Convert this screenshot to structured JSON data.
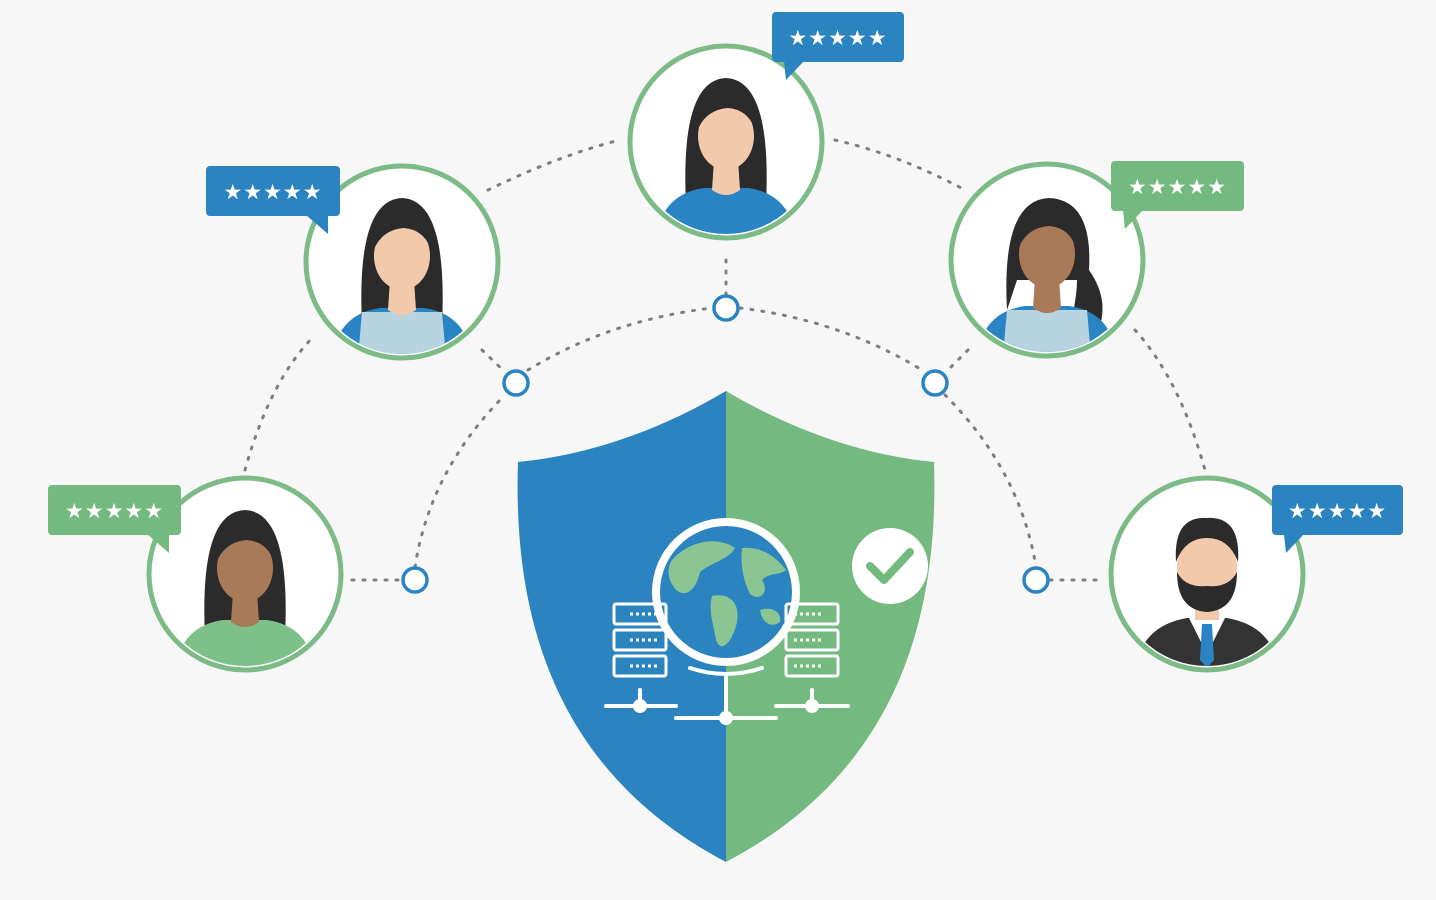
{
  "colors": {
    "background": "#f7f7f7",
    "blue": "#2b84c0",
    "green": "#74b97f",
    "ring": "#7dbb86",
    "dots": "#7a7f86",
    "node": "#2a84c4",
    "skin_light": "#f2c9aa",
    "skin_dark": "#a97a58",
    "hair": "#2b2b2b",
    "shirt_blue": "#2a84c4",
    "shirt_light": "#b8d4e0",
    "shirt_green": "#7ec08a",
    "suit": "#333333",
    "tie": "#2a84c4"
  },
  "central": {
    "shield_icon": "shield-icon",
    "globe_icon": "globe-icon",
    "server_icon": "server-rack-icon",
    "network_icon": "network-hub-icon",
    "check_icon": "check-circle-icon"
  },
  "users": [
    {
      "id": "top",
      "avatar_icon": "woman-avatar-icon",
      "badge_color": "blue",
      "rating": 5,
      "rating_text": "★★★★★",
      "skin": "light",
      "shirt": "blue"
    },
    {
      "id": "upper-left",
      "avatar_icon": "woman-avatar-icon",
      "badge_color": "blue",
      "rating": 5,
      "rating_text": "★★★★★",
      "skin": "light",
      "shirt": "light"
    },
    {
      "id": "upper-right",
      "avatar_icon": "woman-avatar-icon",
      "badge_color": "green",
      "rating": 5,
      "rating_text": "★★★★★",
      "skin": "dark",
      "shirt": "light"
    },
    {
      "id": "lower-left",
      "avatar_icon": "woman-avatar-icon",
      "badge_color": "green",
      "rating": 5,
      "rating_text": "★★★★★",
      "skin": "dark",
      "shirt": "green"
    },
    {
      "id": "lower-right",
      "avatar_icon": "man-avatar-icon",
      "badge_color": "blue",
      "rating": 5,
      "rating_text": "★★★★★",
      "skin": "light",
      "shirt": "suit"
    }
  ]
}
